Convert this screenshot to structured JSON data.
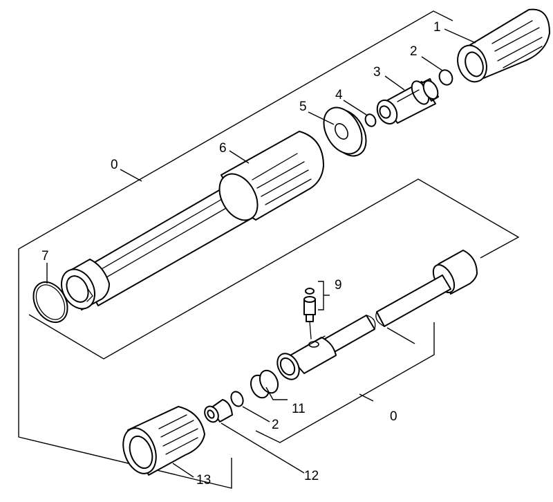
{
  "callouts": {
    "c1": "1",
    "c2_top": "2",
    "c3": "3",
    "c4": "4",
    "c5": "5",
    "c6": "6",
    "c0_top": "0",
    "c7": "7",
    "c9": "9",
    "c11": "11",
    "c2_bottom": "2",
    "c0_bottom": "0",
    "c12": "12",
    "c13": "13"
  }
}
